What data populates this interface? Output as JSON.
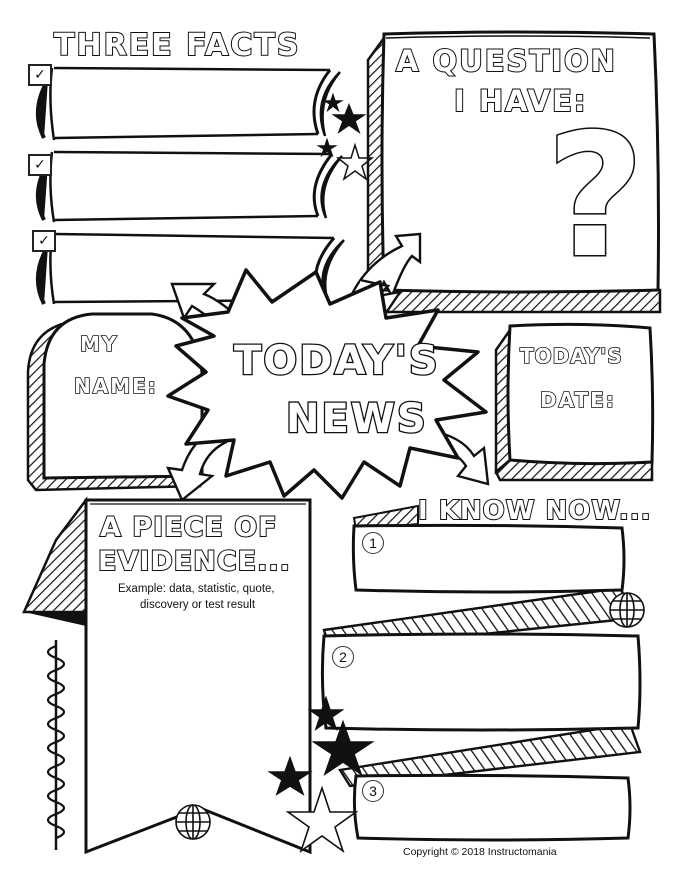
{
  "three_facts": {
    "title": "THREE FACTS",
    "checks": [
      "✓",
      "✓",
      "✓"
    ]
  },
  "question": {
    "line1": "A QUESTION",
    "line2": "I HAVE:",
    "mark": "?"
  },
  "name_box": {
    "line1": "MY",
    "line2": "NAME:"
  },
  "headline": {
    "line1": "TODAY'S",
    "line2": "NEWS"
  },
  "date_box": {
    "line1": "TODAY'S",
    "line2": "DATE:"
  },
  "evidence": {
    "line1": "A PIECE OF",
    "line2": "EVIDENCE...",
    "example_line1": "Example: data, statistic, quote,",
    "example_line2": "discovery or test result"
  },
  "know_now": {
    "title": "I KNOW NOW...",
    "numbers": [
      "1",
      "2",
      "3"
    ]
  },
  "copyright": "Copyright © 2018 Instructomania"
}
